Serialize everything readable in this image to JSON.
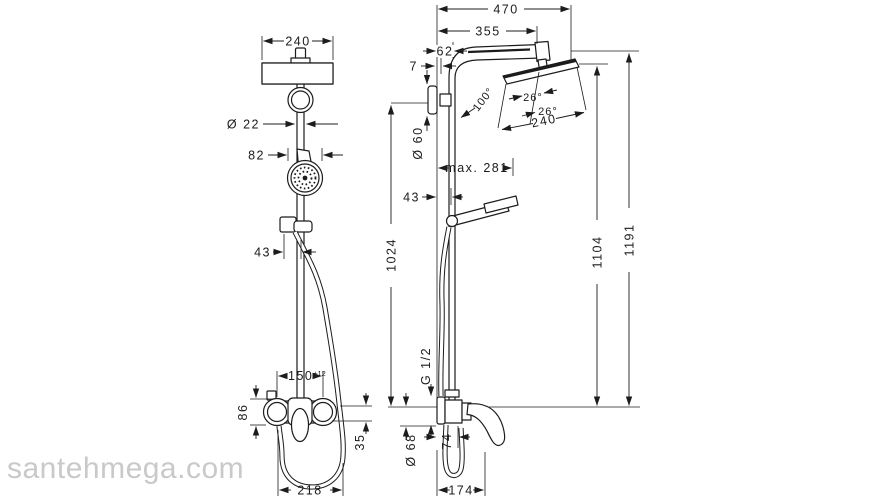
{
  "watermark": "santehmega.com",
  "front": {
    "head_width": "240",
    "pipe_dia": "Ø 22",
    "hand_width": "82",
    "holder_offset": "43",
    "unions": "150",
    "unions_tol": "±12",
    "valve_height": "86",
    "lower_offset": "35",
    "loop_width": "218",
    "bar_length": "1024"
  },
  "side": {
    "total_reach": "470",
    "arm_reach": "355",
    "top_offset": "62",
    "wall_clearance": "7",
    "arm_angle": "100°",
    "tilt_a": "26°",
    "tilt_b": "26°",
    "head_size": "240",
    "flange_dia": "Ø 60",
    "max_projection": "max. 281",
    "bar_offset": "43",
    "head_height": "1104",
    "total_height": "1191",
    "thread": "G 1/2",
    "valve_dia": "Ø 68",
    "valve_center": "74",
    "spout_reach": "174"
  }
}
